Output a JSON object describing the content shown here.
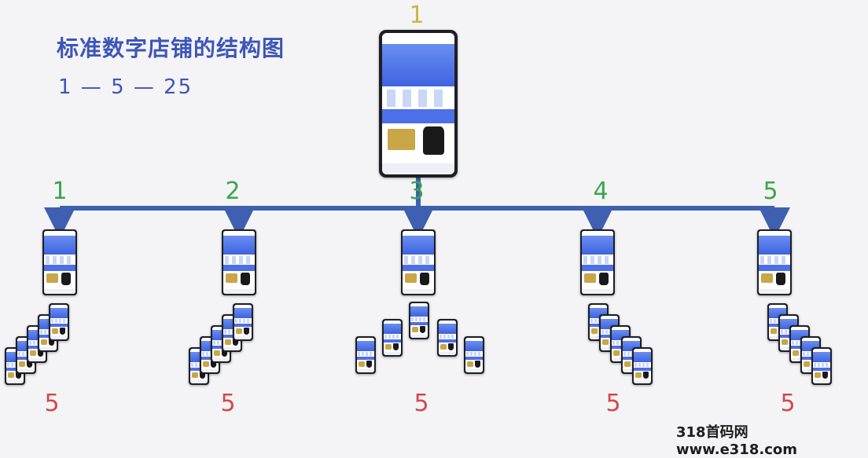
{
  "title": "标准数字店铺的结构图",
  "subtitle": "1 — 5 — 25",
  "top_label": "1",
  "branch_labels": [
    "1",
    "2",
    "3",
    "4",
    "5"
  ],
  "count_labels": [
    "5",
    "5",
    "5",
    "5",
    "5"
  ],
  "watermark": "318首码网 www.e318.com",
  "colors": {
    "title": "#3d55b8",
    "connector": "#3f5fb0",
    "top_number": "#c9b845",
    "branch_number": "#3aa64a",
    "count_number": "#d74747"
  }
}
